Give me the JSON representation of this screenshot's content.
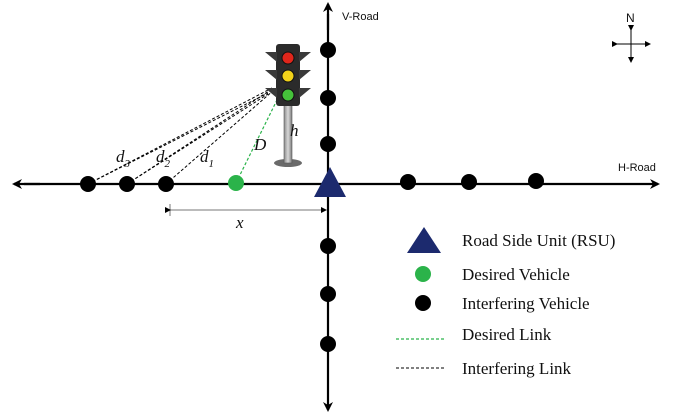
{
  "roads": {
    "vertical_label": "V-Road",
    "horizontal_label": "H-Road"
  },
  "compass": {
    "north_label": "N"
  },
  "variables": {
    "d3_base": "d",
    "d3_sub": "3",
    "d2_base": "d",
    "d2_sub": "2",
    "d1_base": "d",
    "d1_sub": "1",
    "D": "D",
    "h": "h",
    "x": "x"
  },
  "traffic_light": {
    "colors": [
      "#e0261b",
      "#f2d21a",
      "#45c23a"
    ]
  },
  "colors": {
    "rsu": "#1c2a6e",
    "desired_vehicle": "#2bb34a",
    "interfering_vehicle": "#000000",
    "desired_link": "#2bb34a",
    "interfering_link": "#000000"
  },
  "legend": [
    {
      "label": "Road Side Unit (RSU)"
    },
    {
      "label": "Desired Vehicle"
    },
    {
      "label": "Interfering Vehicle"
    },
    {
      "label": "Desired Link"
    },
    {
      "label": "Interfering Link"
    }
  ]
}
